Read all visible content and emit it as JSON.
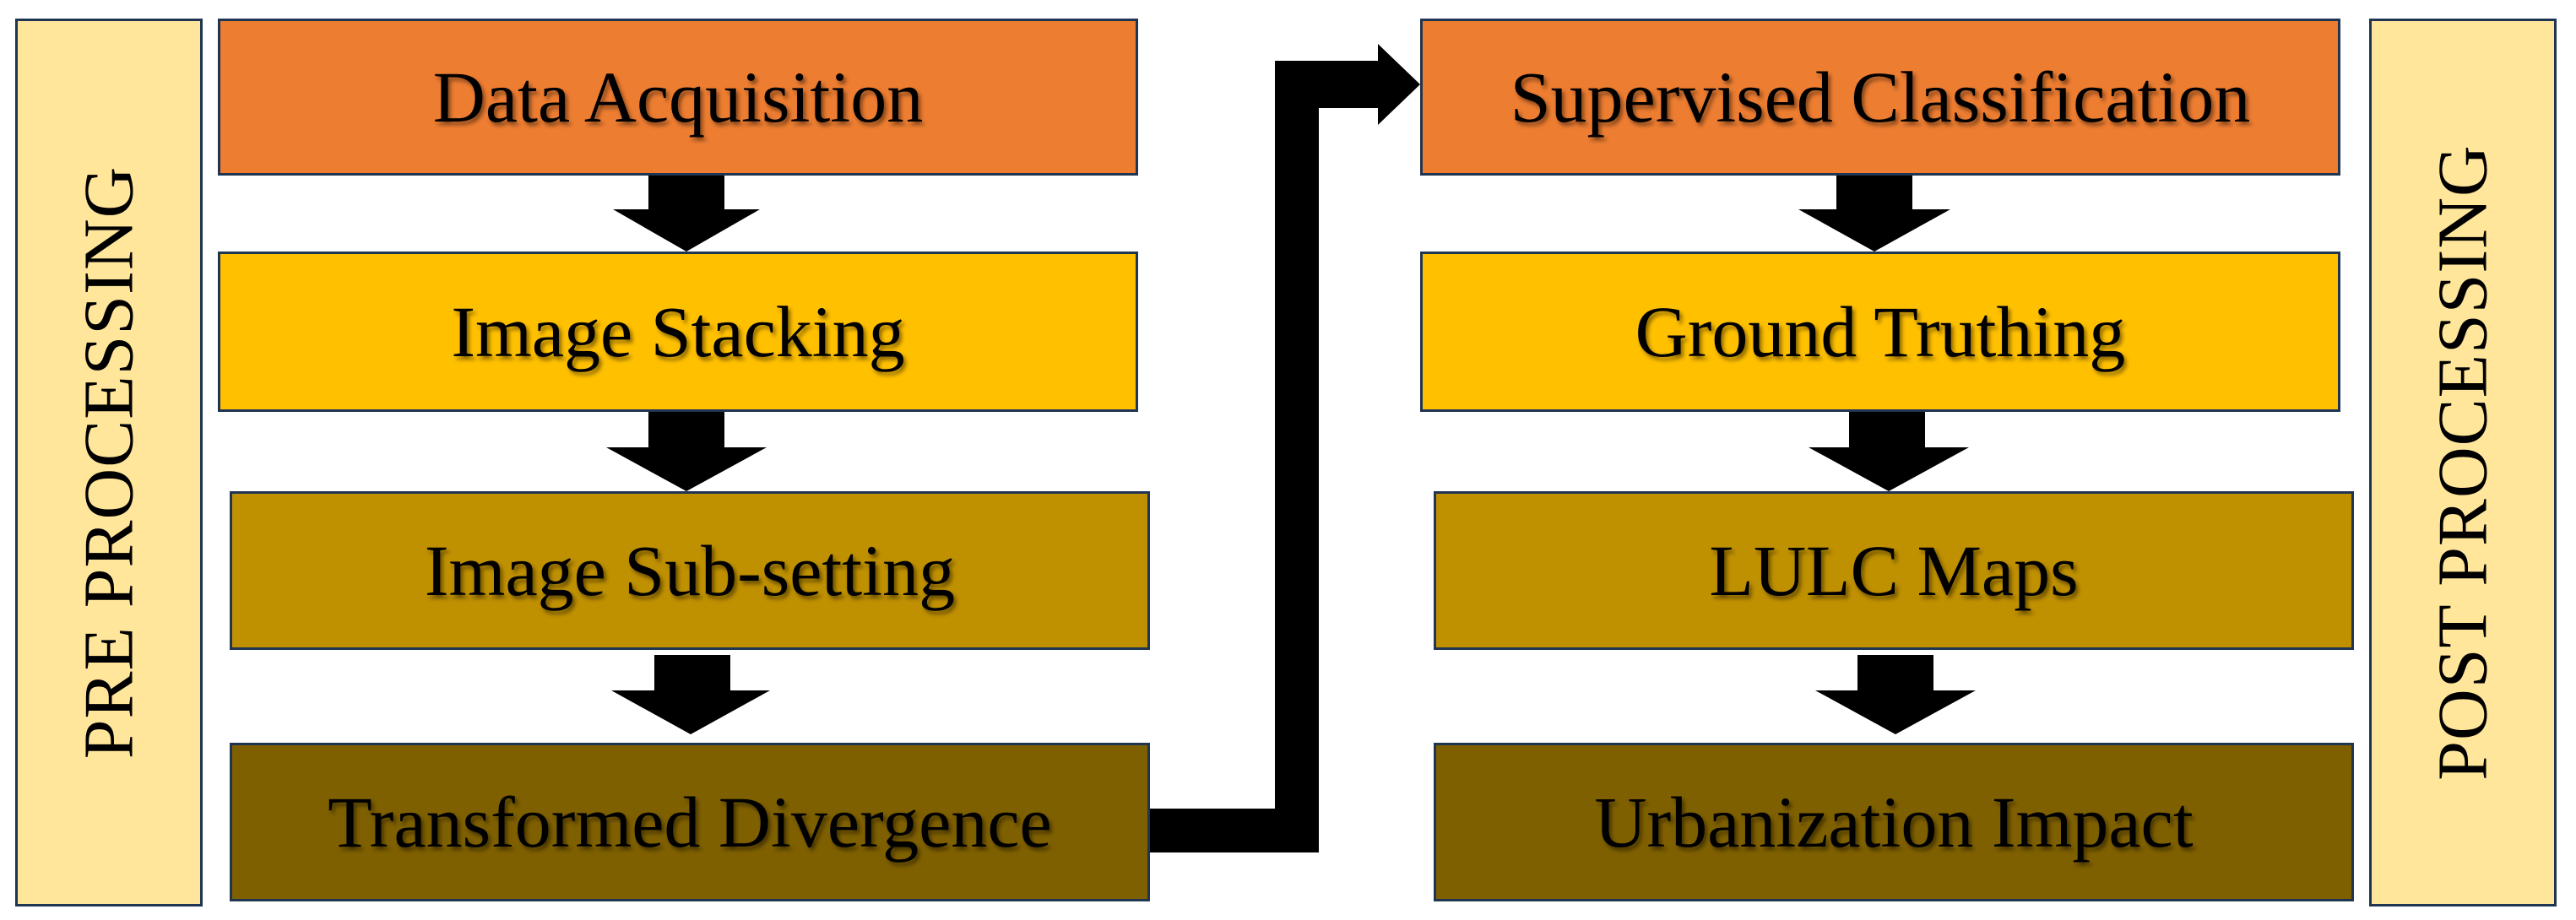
{
  "pre_label": "PRE PROCESSING",
  "post_label": "POST PROCESSING",
  "left_steps": [
    {
      "label": "Data Acquisition",
      "color": "#ed7d31"
    },
    {
      "label": "Image Stacking",
      "color": "#ffc000"
    },
    {
      "label": "Image Sub-setting",
      "color": "#bf9000"
    },
    {
      "label": "Transformed Divergence",
      "color": "#7f6000"
    }
  ],
  "right_steps": [
    {
      "label": "Supervised Classification",
      "color": "#ed7d31"
    },
    {
      "label": "Ground Truthing",
      "color": "#ffc000"
    },
    {
      "label": "LULC Maps",
      "color": "#bf9000"
    },
    {
      "label": "Urbanization Impact",
      "color": "#7f6000"
    }
  ],
  "colors": {
    "side_panel": "#ffe69b",
    "border": "#1f3552",
    "arrow": "#000000"
  },
  "arrows": [
    {
      "from": "left_steps.0",
      "to": "left_steps.1"
    },
    {
      "from": "left_steps.1",
      "to": "left_steps.2"
    },
    {
      "from": "left_steps.2",
      "to": "left_steps.3"
    },
    {
      "from": "left_steps.3",
      "to": "right_steps.0"
    },
    {
      "from": "right_steps.0",
      "to": "right_steps.1"
    },
    {
      "from": "right_steps.1",
      "to": "right_steps.2"
    },
    {
      "from": "right_steps.2",
      "to": "right_steps.3"
    }
  ]
}
